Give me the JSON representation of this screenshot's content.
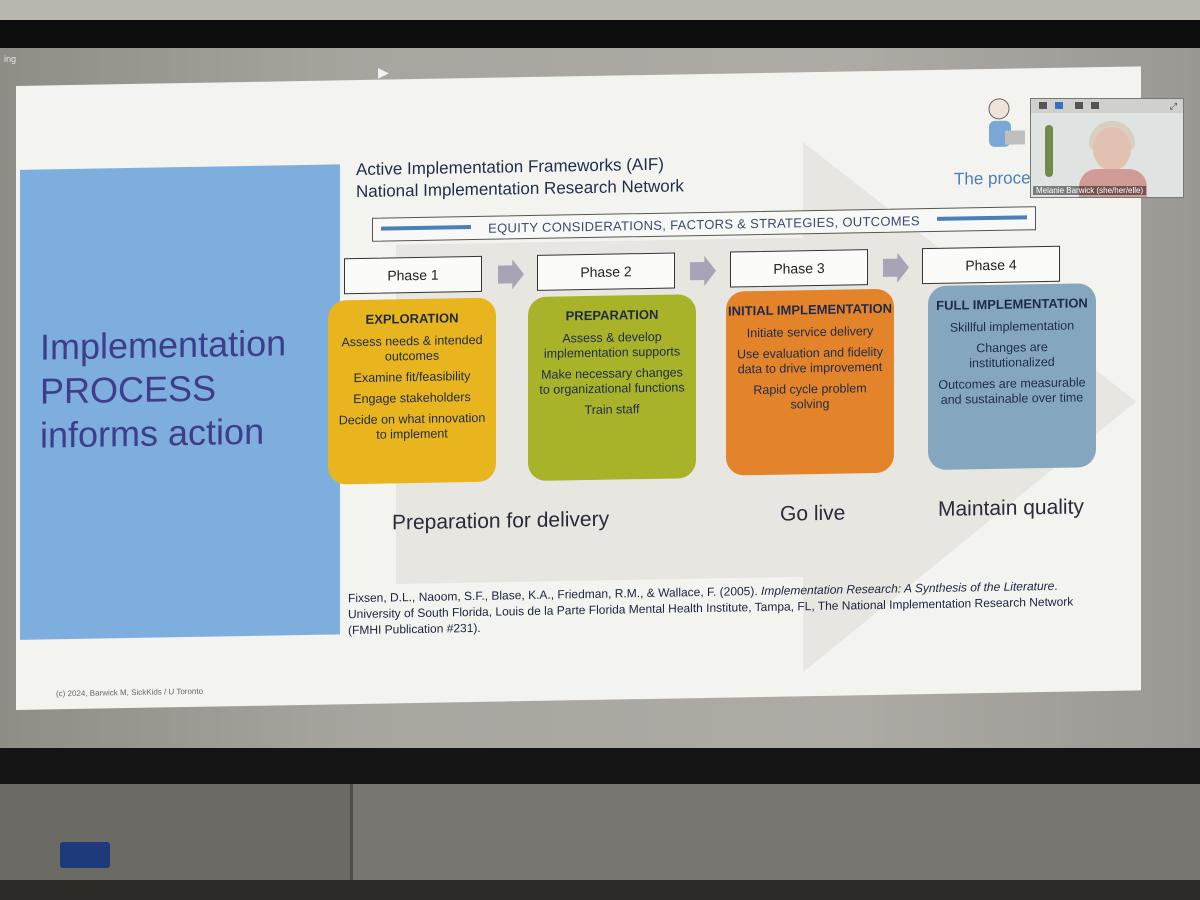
{
  "screen": {
    "label": "ing"
  },
  "slide": {
    "left_title_lines": [
      "Implementation",
      "PROCESS",
      "informs action"
    ],
    "header": [
      "Active Implementation Frameworks (AIF)",
      "National Implementation Research Network"
    ],
    "proc_text": "The proce",
    "equity": "EQUITY CONSIDERATIONS, FACTORS & STRATEGIES, OUTCOMES",
    "phases": [
      "Phase 1",
      "Phase 2",
      "Phase 3",
      "Phase 4"
    ],
    "cards": [
      {
        "title": "EXPLORATION",
        "items": [
          "Assess needs & intended outcomes",
          "Examine fit/feasibility",
          "Engage stakeholders",
          "Decide on what innovation to implement"
        ]
      },
      {
        "title": "PREPARATION",
        "items": [
          "Assess & develop implementation supports",
          "Make necessary changes to organizational functions",
          "Train staff"
        ]
      },
      {
        "title": "INITIAL IMPLEMENTATION",
        "items": [
          "Initiate service delivery",
          "Use evaluation and fidelity data to drive improvement",
          "Rapid cycle problem solving"
        ]
      },
      {
        "title": "FULL IMPLEMENTATION",
        "items": [
          "Skillful implementation",
          "Changes are institutionalized",
          "Outcomes are measurable and sustainable over time"
        ]
      }
    ],
    "stage_labels": [
      "Preparation for delivery",
      "Go live",
      "Maintain quality"
    ],
    "citation": {
      "part1": "Fixsen, D.L., Naoom, S.F., Blase, K.A., Friedman, R.M., & Wallace, F. (2005). ",
      "italic": "Implementation Research: A Synthesis of the Literature",
      "part2": ". University of South Florida, Louis de la Parte Florida Mental Health Institute, Tampa, FL, The National Implementation Research Network (FMHI Publication #231)."
    },
    "copyright": "(c) 2024, Barwick M, SickKids / U Toronto"
  },
  "video": {
    "name": "Melanie Barwick (she/her/elle)"
  },
  "icons": {
    "expand": "expand-icon",
    "view_toggle": "view-toggle-icon"
  }
}
